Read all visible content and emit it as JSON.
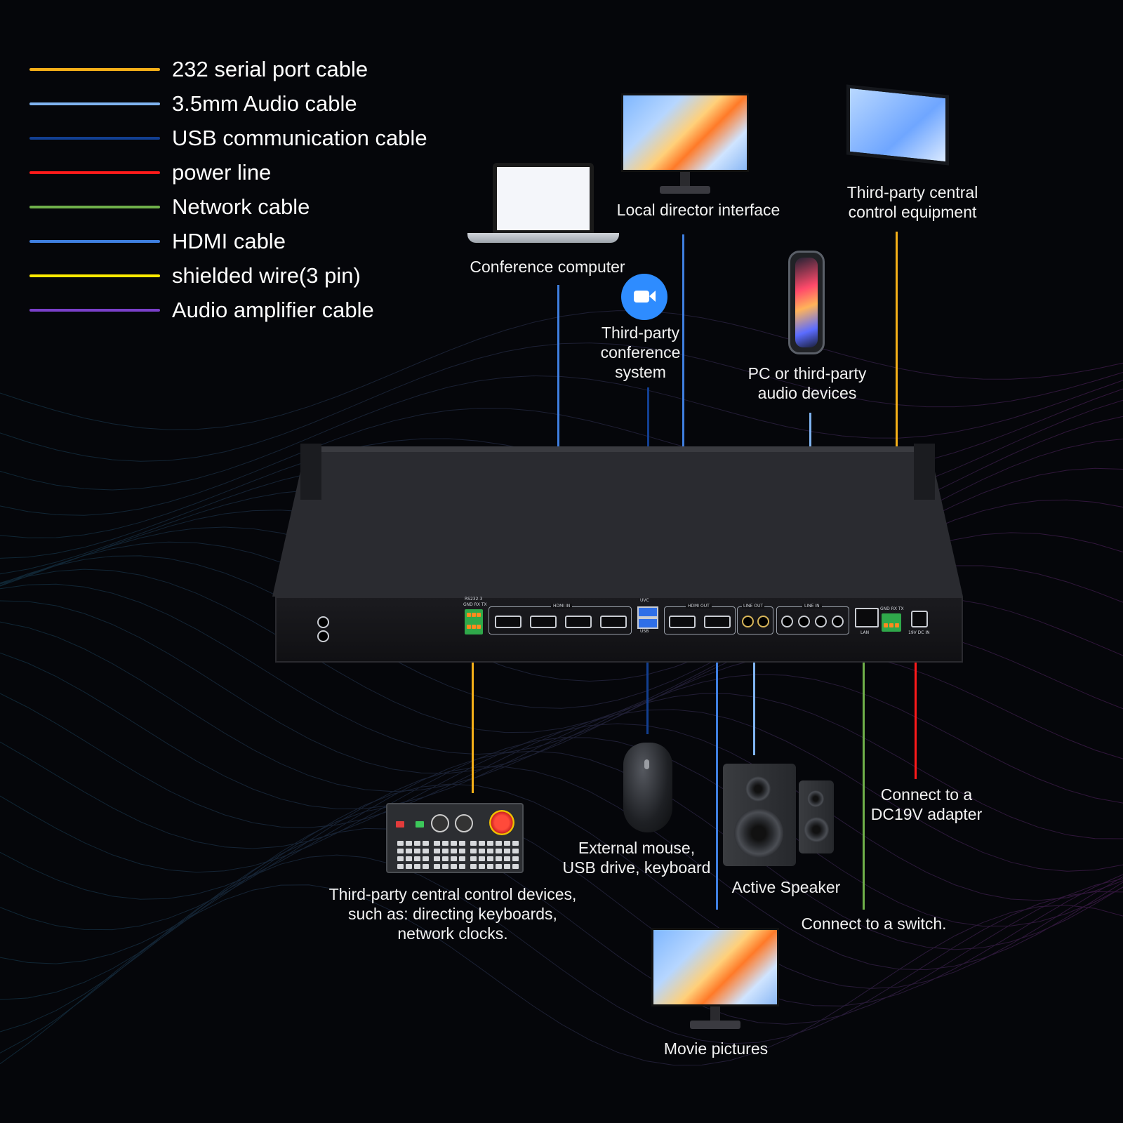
{
  "legend": [
    {
      "label": "232 serial port cable",
      "color": "#f5b018"
    },
    {
      "label": "3.5mm Audio cable",
      "color": "#7fb3f0"
    },
    {
      "label": "USB communication cable",
      "color": "#123f91"
    },
    {
      "label": "power line",
      "color": "#ff1a1a"
    },
    {
      "label": "Network cable",
      "color": "#6fb04a"
    },
    {
      "label": "HDMI cable",
      "color": "#3f7fe0"
    },
    {
      "label": "shielded wire(3 pin)",
      "color": "#ffea00"
    },
    {
      "label": "Audio amplifier cable",
      "color": "#7a3fc9"
    }
  ],
  "devices": {
    "conference_computer": "Conference computer",
    "local_director": "Local director interface",
    "third_party_central_top": [
      "Third-party central",
      "control equipment"
    ],
    "third_party_conference": [
      "Third-party",
      "conference",
      "system"
    ],
    "pc_audio": [
      "PC or third-party",
      "audio devices"
    ],
    "central_control_devices": [
      "Third-party central control devices,",
      "such as: directing keyboards,",
      "network clocks."
    ],
    "external_mouse": [
      "External mouse,",
      "USB drive, keyboard"
    ],
    "active_speaker": "Active Speaker",
    "dc_adapter": [
      "Connect to a",
      "DC19V adapter"
    ],
    "switch": "Connect to a switch.",
    "movie_pictures": "Movie pictures"
  },
  "rack_labels": {
    "rs232": "RS232-3",
    "gnd_rx_tx": "GND RX TX",
    "hdmi_in": "HDMI IN",
    "uvc": "UVC",
    "usb": "USB",
    "hdmi_out": "HDMI OUT",
    "line_out": "LINE OUT",
    "line_in": "LINE IN",
    "lan": "LAN",
    "gnd_rx_tx_2": "GND RX TX",
    "dc_in": "19V DC IN"
  },
  "icons": [
    "zoom-camera-icon",
    "ground-icon"
  ]
}
